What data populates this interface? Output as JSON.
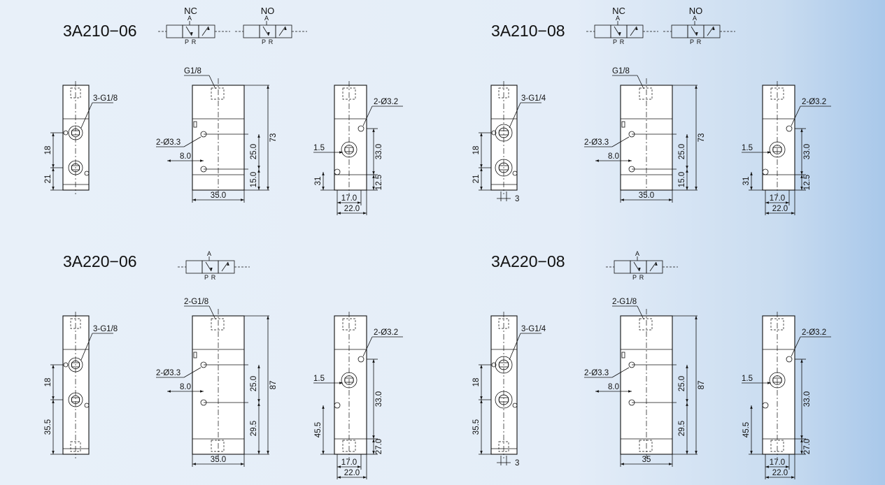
{
  "colors": {
    "background": "#e4edf8",
    "background_edge": "#a9c8ea",
    "line": "#111111",
    "body_fill": "#ffffff"
  },
  "models": [
    {
      "title": "3A210−06",
      "symbols": [
        "NC",
        "NO"
      ],
      "port_labels": [
        "A",
        "P",
        "R"
      ],
      "top_port": "G1/8",
      "side_port": "3-G1/8",
      "mount_left": "2-Ø3.3",
      "mount_right": "2-Ø3.2",
      "d_left_upper": "18",
      "d_left_lower": "21",
      "d_left_extra": "",
      "d_mid_inner": "25.0",
      "d_mid_low": "15.0",
      "d_mid_total": "73",
      "d_mid_width": "35.0",
      "d_offset": "8.0",
      "d_right_small": "1.5",
      "d_right_upper": "33.0",
      "d_right_lower": "12.5",
      "d_right_left": "31",
      "d_right_w1": "17.0",
      "d_right_w2": "22.0"
    },
    {
      "title": "3A210−08",
      "symbols": [
        "NC",
        "NO"
      ],
      "port_labels": [
        "A",
        "P",
        "R"
      ],
      "top_port": "G1/8",
      "side_port": "3-G1/4",
      "mount_left": "2-Ø3.3",
      "mount_right": "2-Ø3.2",
      "d_left_upper": "18",
      "d_left_lower": "21",
      "d_left_extra": "3",
      "d_mid_inner": "25.0",
      "d_mid_low": "15.0",
      "d_mid_total": "73",
      "d_mid_width": "35.0",
      "d_offset": "8.0",
      "d_right_small": "1.5",
      "d_right_upper": "33.0",
      "d_right_lower": "12.5",
      "d_right_left": "31",
      "d_right_w1": "17.0",
      "d_right_w2": "22.0"
    },
    {
      "title": "3A220−06",
      "symbols": [
        ""
      ],
      "port_labels": [
        "A",
        "P",
        "R"
      ],
      "top_port": "2-G1/8",
      "side_port": "3-G1/8",
      "mount_left": "2-Ø3.3",
      "mount_right": "2-Ø3.2",
      "d_left_upper": "18",
      "d_left_lower": "35.5",
      "d_left_extra": "",
      "d_mid_inner": "25.0",
      "d_mid_low": "29.5",
      "d_mid_total": "87",
      "d_mid_width": "35.0",
      "d_offset": "8.0",
      "d_right_small": "1.5",
      "d_right_upper": "33.0",
      "d_right_lower": "27.0",
      "d_right_left": "45.5",
      "d_right_w1": "17.0",
      "d_right_w2": "22.0"
    },
    {
      "title": "3A220−08",
      "symbols": [
        ""
      ],
      "port_labels": [
        "A",
        "P",
        "R"
      ],
      "top_port": "2-G1/8",
      "side_port": "3-G1/4",
      "mount_left": "2-Ø3.3",
      "mount_right": "2-Ø3.2",
      "d_left_upper": "18",
      "d_left_lower": "35.5",
      "d_left_extra": "3",
      "d_mid_inner": "25.0",
      "d_mid_low": "29.5",
      "d_mid_total": "87",
      "d_mid_width": "35",
      "d_offset": "8.0",
      "d_right_small": "1.5",
      "d_right_upper": "33.0",
      "d_right_lower": "27.0",
      "d_right_left": "45.5",
      "d_right_w1": "17.0",
      "d_right_w2": "22.0"
    }
  ]
}
